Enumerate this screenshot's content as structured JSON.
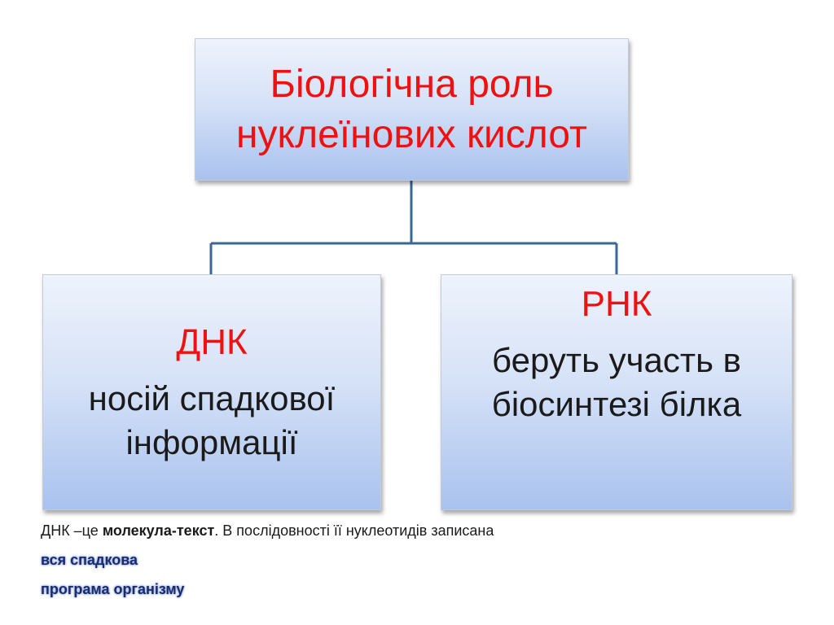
{
  "root": {
    "line1": "Біологічна роль",
    "line2": "нуклеїнових кислот"
  },
  "left": {
    "title": "ДНК",
    "line1": "носій спадкової",
    "line2": "інформації"
  },
  "right": {
    "title": "РНК",
    "line1": "беруть участь в",
    "line2": "біосинтезі білка"
  },
  "caption": {
    "part1": "ДНК –це ",
    "bold1": "молекула-текст",
    "part2": ". В послідовності її нуклеотидів записана ",
    "highlight1": "вся спадкова",
    "highlight2": "програма організму"
  },
  "colors": {
    "title_text": "#ee1111",
    "connector": "#3a6793",
    "box_gradient_top": "#eef3fc",
    "box_gradient_bottom": "#a9c2ee"
  }
}
